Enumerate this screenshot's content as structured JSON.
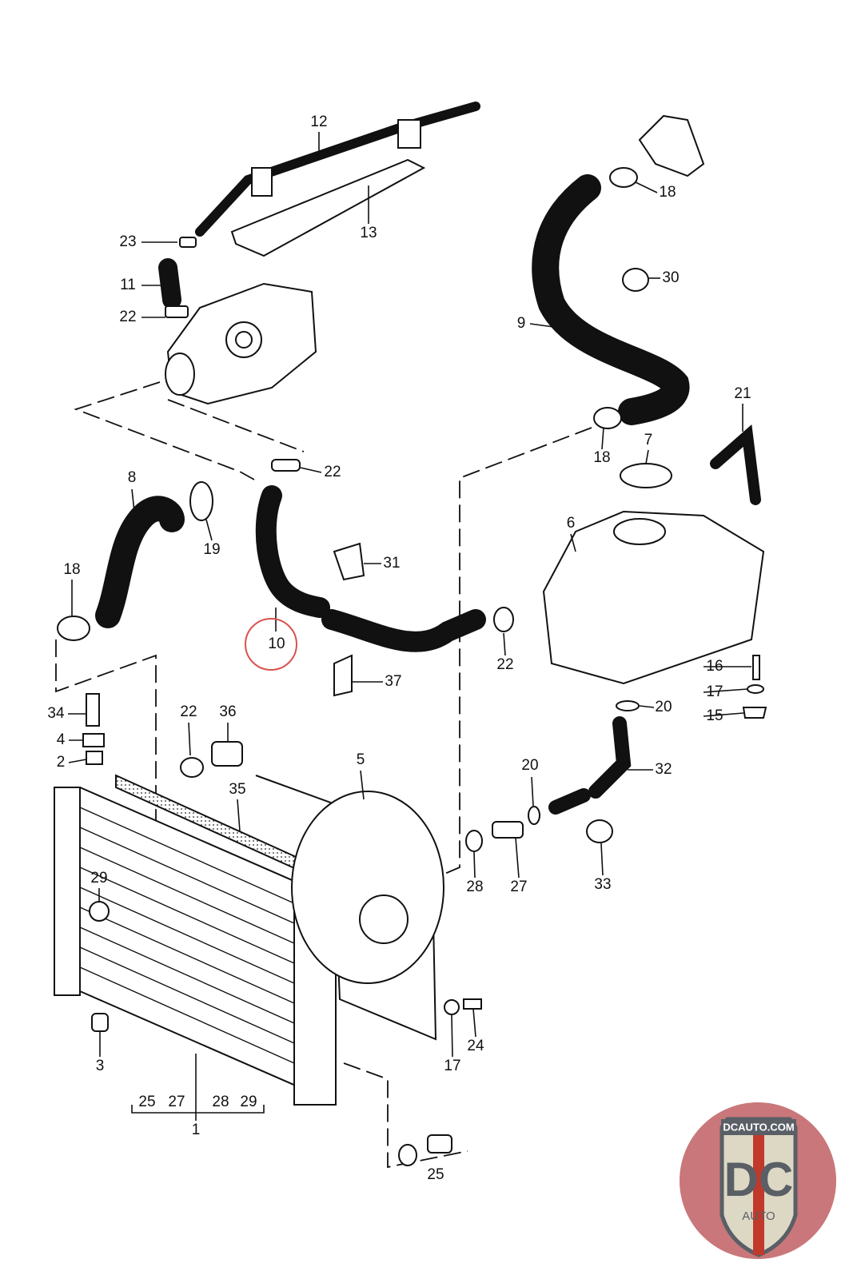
{
  "labels": [
    "12",
    "13",
    "23",
    "11",
    "22",
    "18",
    "30",
    "9",
    "21",
    "18",
    "7",
    "22",
    "8",
    "19",
    "6",
    "18",
    "31",
    "10",
    "22",
    "37",
    "16",
    "17",
    "15",
    "34",
    "4",
    "2",
    "22",
    "36",
    "20",
    "5",
    "20",
    "32",
    "35",
    "29",
    "28",
    "27",
    "33",
    "24",
    "17",
    "3",
    "25",
    "27",
    "28",
    "29",
    "1",
    "25"
  ],
  "highlight": {
    "part": "10",
    "color": "#d9534f"
  },
  "logo": {
    "top_text": "DCAUTO.COM",
    "letters": "DC",
    "bottom_text": "AUTO",
    "colors": {
      "circle": "#c9777a",
      "shield": "#ddd8c4",
      "letters": "#5a5f66",
      "stripe": "#c0392b"
    }
  }
}
